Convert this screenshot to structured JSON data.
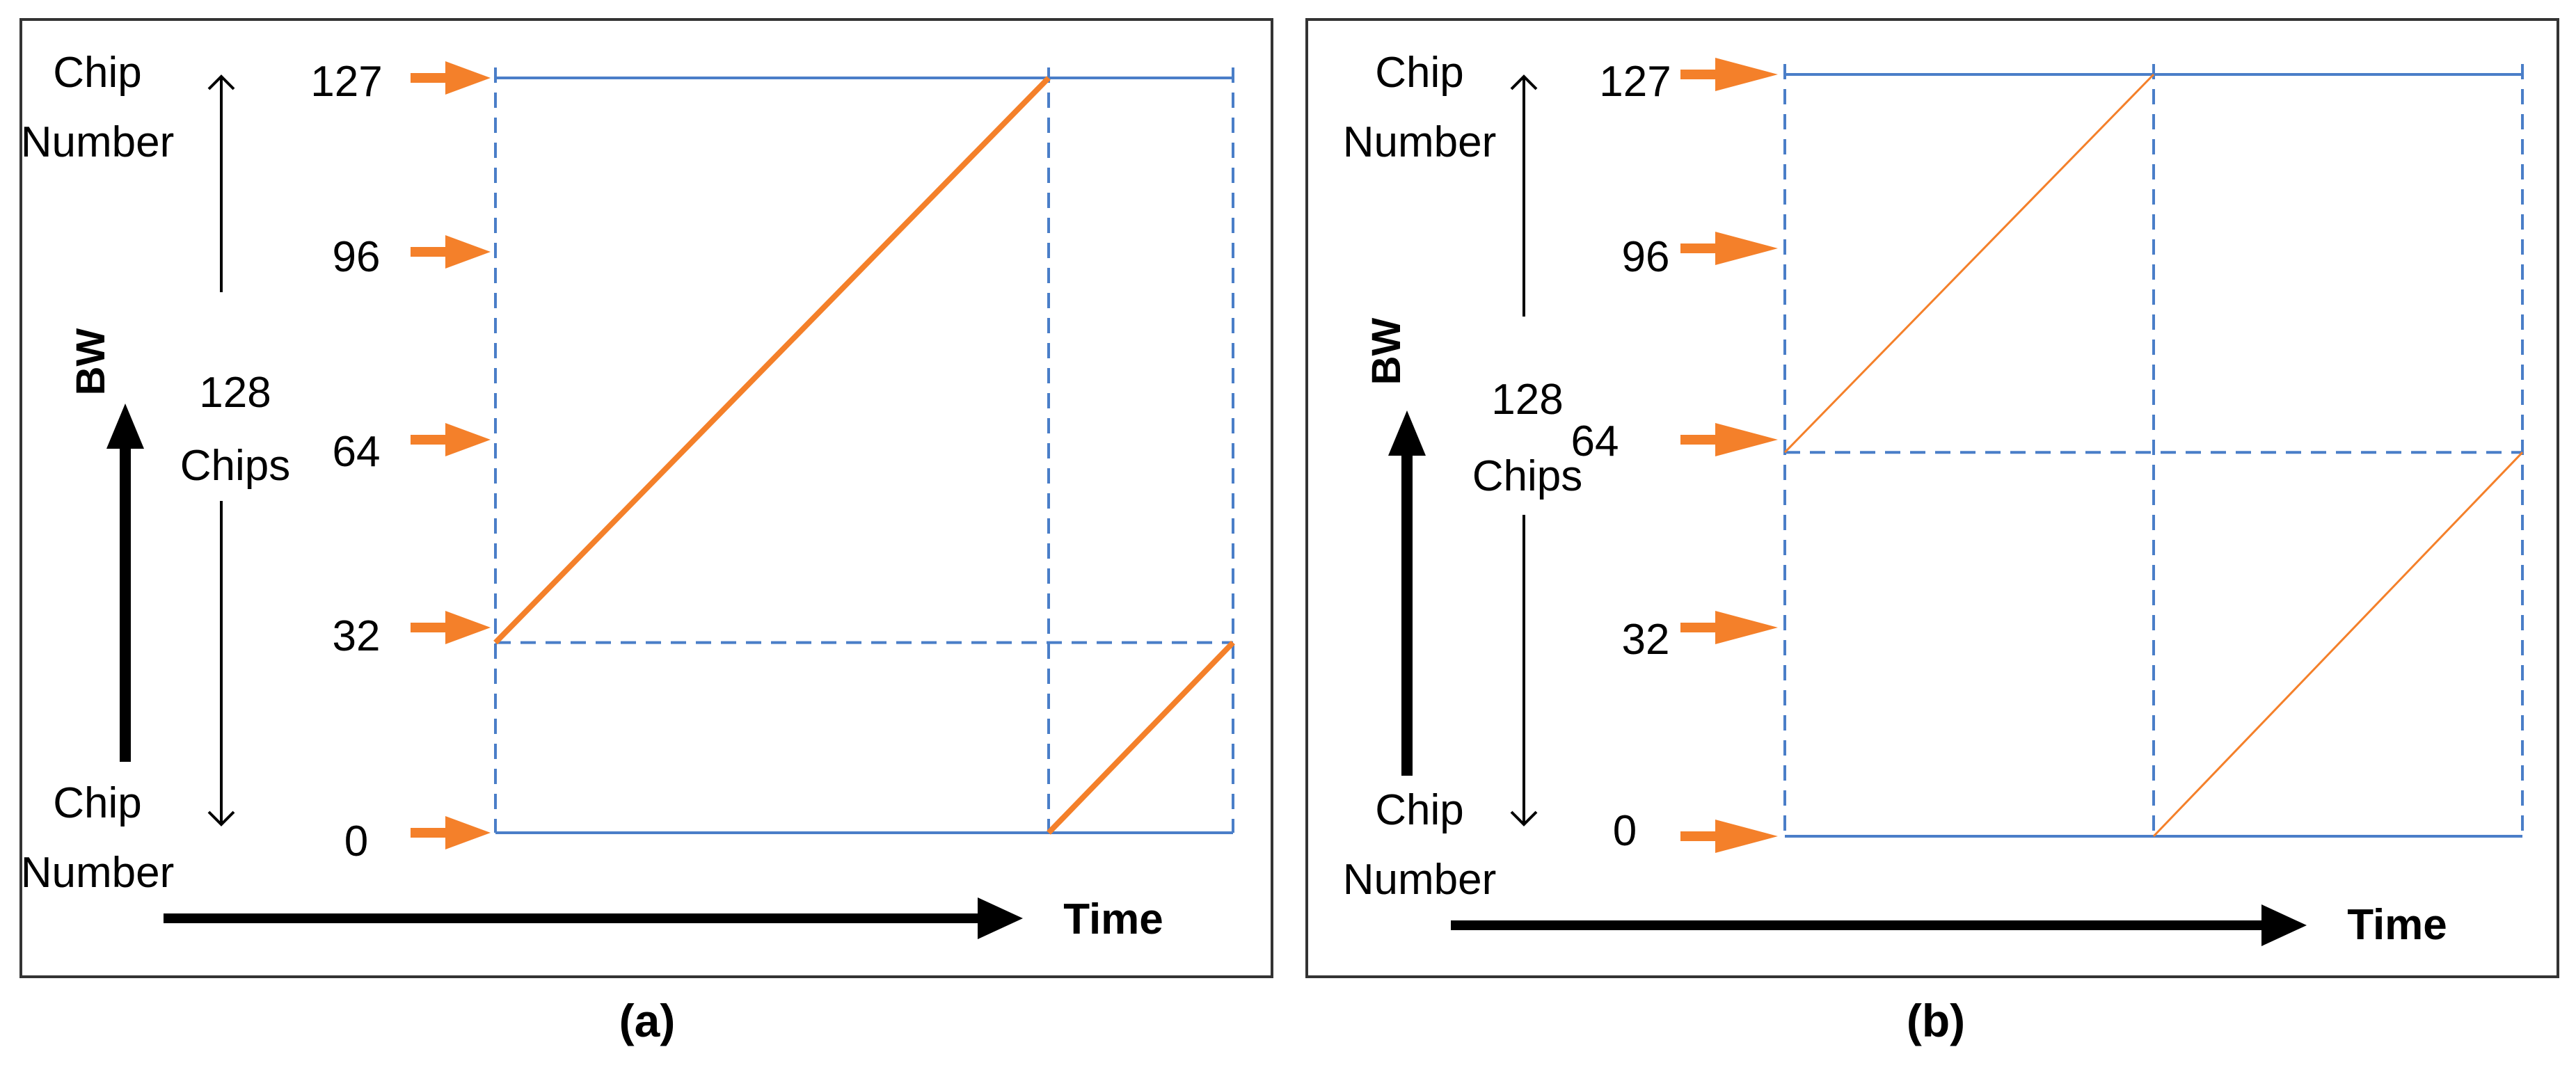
{
  "panels": [
    {
      "id": "a",
      "caption": "(a)",
      "tick_labels": [
        "127",
        "96",
        "64",
        "32",
        "0"
      ],
      "y_axis_label_top": [
        "Chip",
        "Number"
      ],
      "y_axis_label_bottom": [
        "Chip",
        "Number"
      ],
      "span_label": [
        "128",
        "Chips"
      ],
      "bw_label": "BW",
      "time_label": "Time"
    },
    {
      "id": "b",
      "caption": "(b)",
      "tick_labels": [
        "127",
        "96",
        "64",
        "32",
        "0"
      ],
      "y_axis_label_top": [
        "Chip",
        "Number"
      ],
      "y_axis_label_bottom": [
        "Chip",
        "Number"
      ],
      "span_label": [
        "128",
        "Chips"
      ],
      "bw_label": "BW",
      "time_label": "Time"
    }
  ],
  "colors": {
    "orange": "#F4802A",
    "blue": "#4A7EC8",
    "dashed_blue": "#4A7EC8",
    "black": "#000000",
    "frame": "#333333"
  },
  "chart_data": [
    {
      "type": "line",
      "panel": "a",
      "ylim": [
        0,
        127
      ],
      "yticks": [
        0,
        32,
        64,
        96,
        127
      ],
      "series": [
        {
          "points": [
            [
              0,
              32
            ],
            [
              0.75,
              127
            ]
          ]
        },
        {
          "points": [
            [
              0.75,
              0
            ],
            [
              1.0,
              32
            ]
          ]
        }
      ],
      "guides": {
        "horizontal_dashed": [
          32
        ],
        "vertical_dashed": [
          0,
          0.75,
          1.0
        ],
        "horizontal_solid": [
          0,
          127
        ]
      }
    },
    {
      "type": "line",
      "panel": "b",
      "ylim": [
        0,
        127
      ],
      "yticks": [
        0,
        32,
        64,
        96,
        127
      ],
      "series": [
        {
          "points": [
            [
              0,
              64
            ],
            [
              0.5,
              127
            ]
          ]
        },
        {
          "points": [
            [
              0.5,
              0
            ],
            [
              1.0,
              64
            ]
          ]
        }
      ],
      "guides": {
        "horizontal_dashed": [
          64
        ],
        "vertical_dashed": [
          0,
          0.5,
          1.0
        ],
        "horizontal_solid": [
          0,
          127
        ]
      }
    }
  ]
}
